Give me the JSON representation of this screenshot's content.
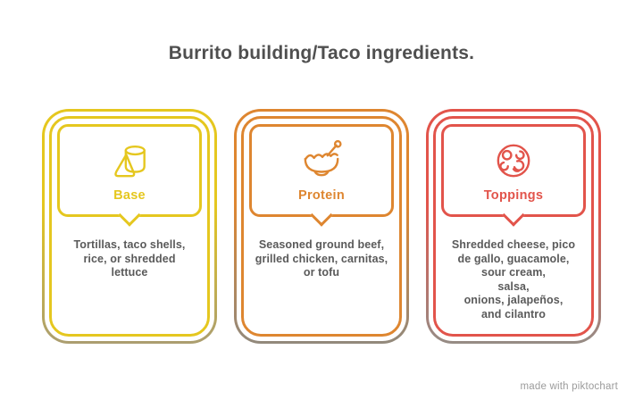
{
  "page": {
    "background_color": "#ffffff",
    "title": "Burrito building/Taco ingredients.",
    "title_color": "#4f4f4f",
    "watermark": "made with piktochart",
    "watermark_color": "#9b9b9b"
  },
  "cards": [
    {
      "label": "Base",
      "icon": "rice-cone-and-jar-icon",
      "accent": "#e5c71f",
      "accent_fade": "#ab9e70",
      "body": "Tortillas, taco shells,\nrice, or shredded\nlettuce"
    },
    {
      "label": "Protein",
      "icon": "bowl-and-spoon-icon",
      "accent": "#de8630",
      "accent_fade": "#92897c",
      "body": "Seasoned ground beef,\ngrilled chicken, carnitas,\nor tofu"
    },
    {
      "label": "Toppings",
      "icon": "toppings-plate-icon",
      "accent": "#e2544b",
      "accent_fade": "#968c85",
      "body": "Shredded cheese, pico\nde gallo, guacamole,\nsour cream,\nsalsa,\nonions, jalapeños,\nand cilantro"
    }
  ]
}
